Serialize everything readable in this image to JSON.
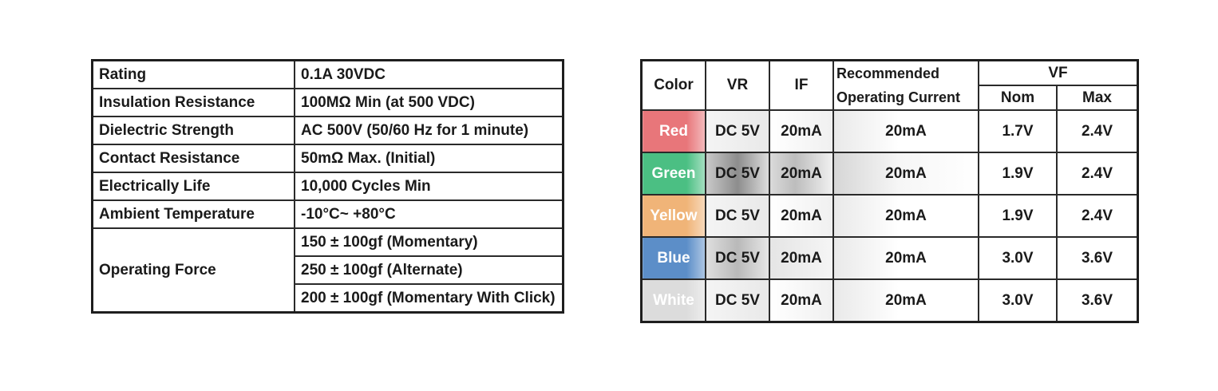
{
  "spec_table": {
    "rows": [
      {
        "label": "Rating",
        "value": "0.1A 30VDC"
      },
      {
        "label": "Insulation Resistance",
        "value": "100MΩ Min (at 500 VDC)"
      },
      {
        "label": "Dielectric Strength",
        "value": "AC 500V (50/60 Hz for 1 minute)"
      },
      {
        "label": "Contact Resistance",
        "value": "50mΩ Max. (Initial)"
      },
      {
        "label": "Electrically Life",
        "value": "10,000 Cycles Min"
      },
      {
        "label": "Ambient Temperature",
        "value": "-10°C~ +80°C"
      }
    ],
    "operating_force": {
      "label": "Operating Force",
      "values": [
        "150 ± 100gf (Momentary)",
        "250 ± 100gf (Alternate)",
        "200 ± 100gf (Momentary With Click)"
      ]
    }
  },
  "led_table": {
    "headers": {
      "color": "Color",
      "vr": "VR",
      "if": "IF",
      "recommended_line1": "Recommended",
      "recommended_line2": "Operating Current",
      "vf": "VF",
      "nom": "Nom",
      "max": "Max"
    },
    "rows": [
      {
        "color": "Red",
        "swatch": "#e8767a",
        "vr": "DC 5V",
        "if": "20mA",
        "current": "20mA",
        "nom": "1.7V",
        "max": "2.4V"
      },
      {
        "color": "Green",
        "swatch": "#4bbf83",
        "vr": "DC 5V",
        "if": "20mA",
        "current": "20mA",
        "nom": "1.9V",
        "max": "2.4V"
      },
      {
        "color": "Yellow",
        "swatch": "#f0b478",
        "vr": "DC 5V",
        "if": "20mA",
        "current": "20mA",
        "nom": "1.9V",
        "max": "2.4V"
      },
      {
        "color": "Blue",
        "swatch": "#5c8ec8",
        "vr": "DC 5V",
        "if": "20mA",
        "current": "20mA",
        "nom": "3.0V",
        "max": "3.6V"
      },
      {
        "color": "White",
        "swatch": "#dcdcdc",
        "vr": "DC 5V",
        "if": "20mA",
        "current": "20mA",
        "nom": "3.0V",
        "max": "3.6V"
      }
    ]
  }
}
